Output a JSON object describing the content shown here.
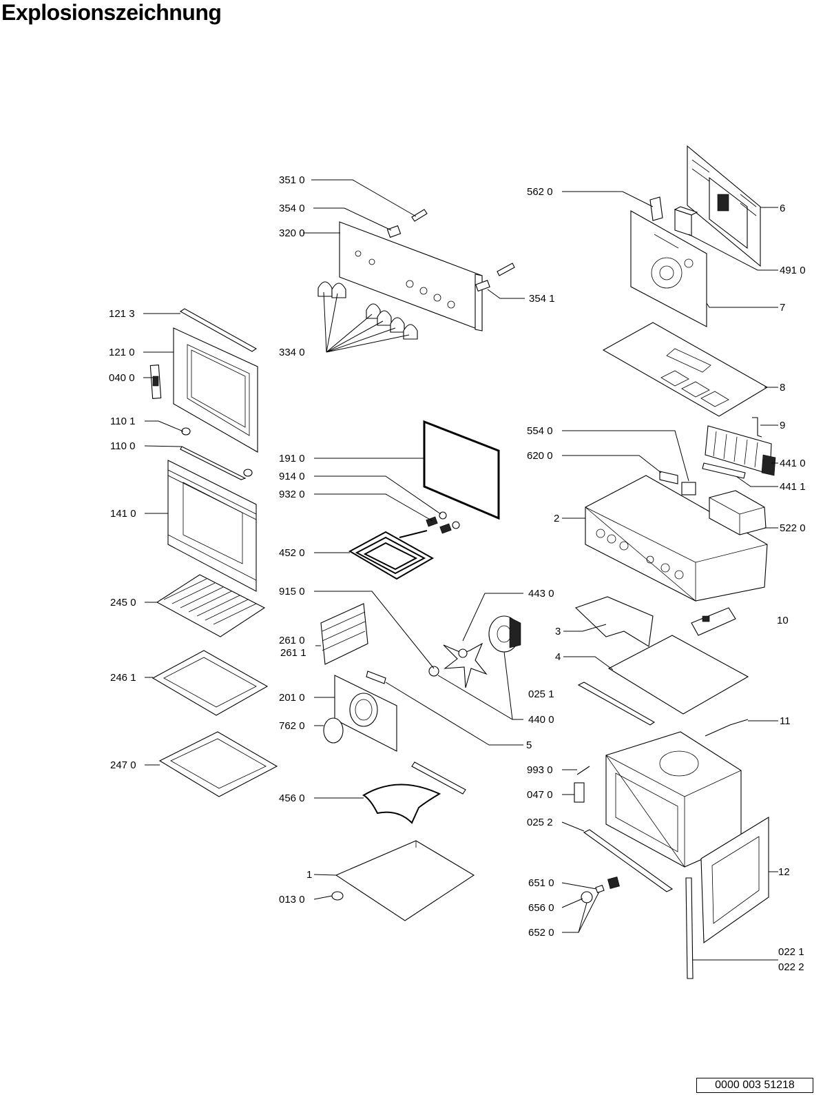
{
  "title": "Explosionszeichnung",
  "document_number": "0000 003 51218",
  "labels": {
    "p3510": "351 0",
    "p3540": "354 0",
    "p3200": "320 0",
    "p3541": "354 1",
    "p3340": "334 0",
    "p5620": "562 0",
    "p6": "6",
    "p4910": "491 0",
    "p7": "7",
    "p8": "8",
    "p9": "9",
    "p4410": "441 0",
    "p4411": "441 1",
    "p5540": "554 0",
    "p6200": "620 0",
    "p2": "2",
    "p5220": "522 0",
    "p1213": "121 3",
    "p1210": "121 0",
    "p0400": "040 0",
    "p1101": "110 1",
    "p1100": "110 0",
    "p1410": "141 0",
    "p1910": "191 0",
    "p9140": "914 0",
    "p9320": "932 0",
    "p4520": "452 0",
    "p2450": "245 0",
    "p9150": "915 0",
    "p4430": "443 0",
    "p3": "3",
    "p10": "10",
    "p2610": "261 0",
    "p2611": "261 1",
    "p4": "4",
    "p2461": "246 1",
    "p2010": "201 0",
    "p0251": "025 1",
    "p7620": "762 0",
    "p4400": "440 0",
    "p11": "11",
    "p5": "5",
    "p2470": "247 0",
    "p9930": "993 0",
    "p0470": "047 0",
    "p4560": "456 0",
    "p0252": "025 2",
    "p12": "12",
    "p1": "1",
    "p6510": "651 0",
    "p0130": "013 0",
    "p6560": "656 0",
    "p6520": "652 0",
    "p0221": "022 1",
    "p0222": "022 2"
  }
}
